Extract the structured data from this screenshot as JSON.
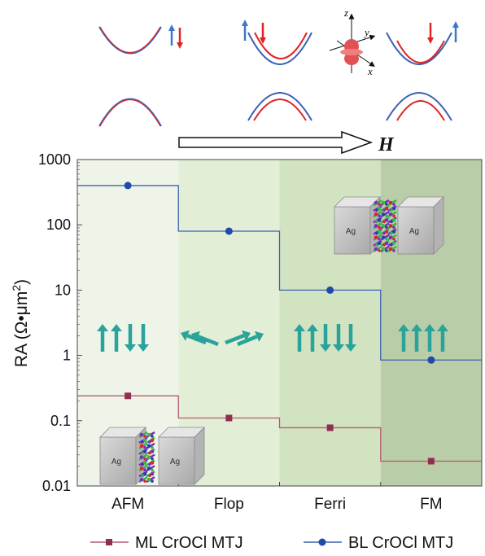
{
  "chart_data": {
    "type": "line",
    "title": "",
    "xlabel": "",
    "ylabel": "RA (Ω•μm²)",
    "ylabel_parts": {
      "base": "RA (Ω•μm",
      "sup": "2",
      "close": ")"
    },
    "yscale": "log",
    "ylim": [
      0.01,
      1000
    ],
    "yticks": [
      "0.01",
      "0.1",
      "1",
      "10",
      "100",
      "1000"
    ],
    "categories": [
      "AFM",
      "Flop",
      "Ferri",
      "FM"
    ],
    "region_colors": [
      "#eef5e8",
      "#e2eed6",
      "#d2e3c2",
      "#b9cda8"
    ],
    "series": [
      {
        "name": "BL CrOCl MTJ",
        "color": "#3b62b3",
        "marker": "circle",
        "values": [
          400,
          80,
          10,
          0.85
        ]
      },
      {
        "name": "ML CrOCl MTJ",
        "color": "#b55a6e",
        "marker": "square",
        "values": [
          0.24,
          0.11,
          0.078,
          0.024
        ]
      }
    ],
    "legend": {
      "position": "bottom",
      "entries": [
        "ML CrOCl MTJ",
        "BL CrOCl MTJ"
      ]
    },
    "field_arrow_label": "H",
    "axis_letters": {
      "z": "z",
      "y": "y",
      "x": "x"
    },
    "ag_label": "Ag",
    "spin_arrow_color": "#2aa39a",
    "spin_up_color": "#3d77c9",
    "spin_down_color": "#e02424"
  }
}
